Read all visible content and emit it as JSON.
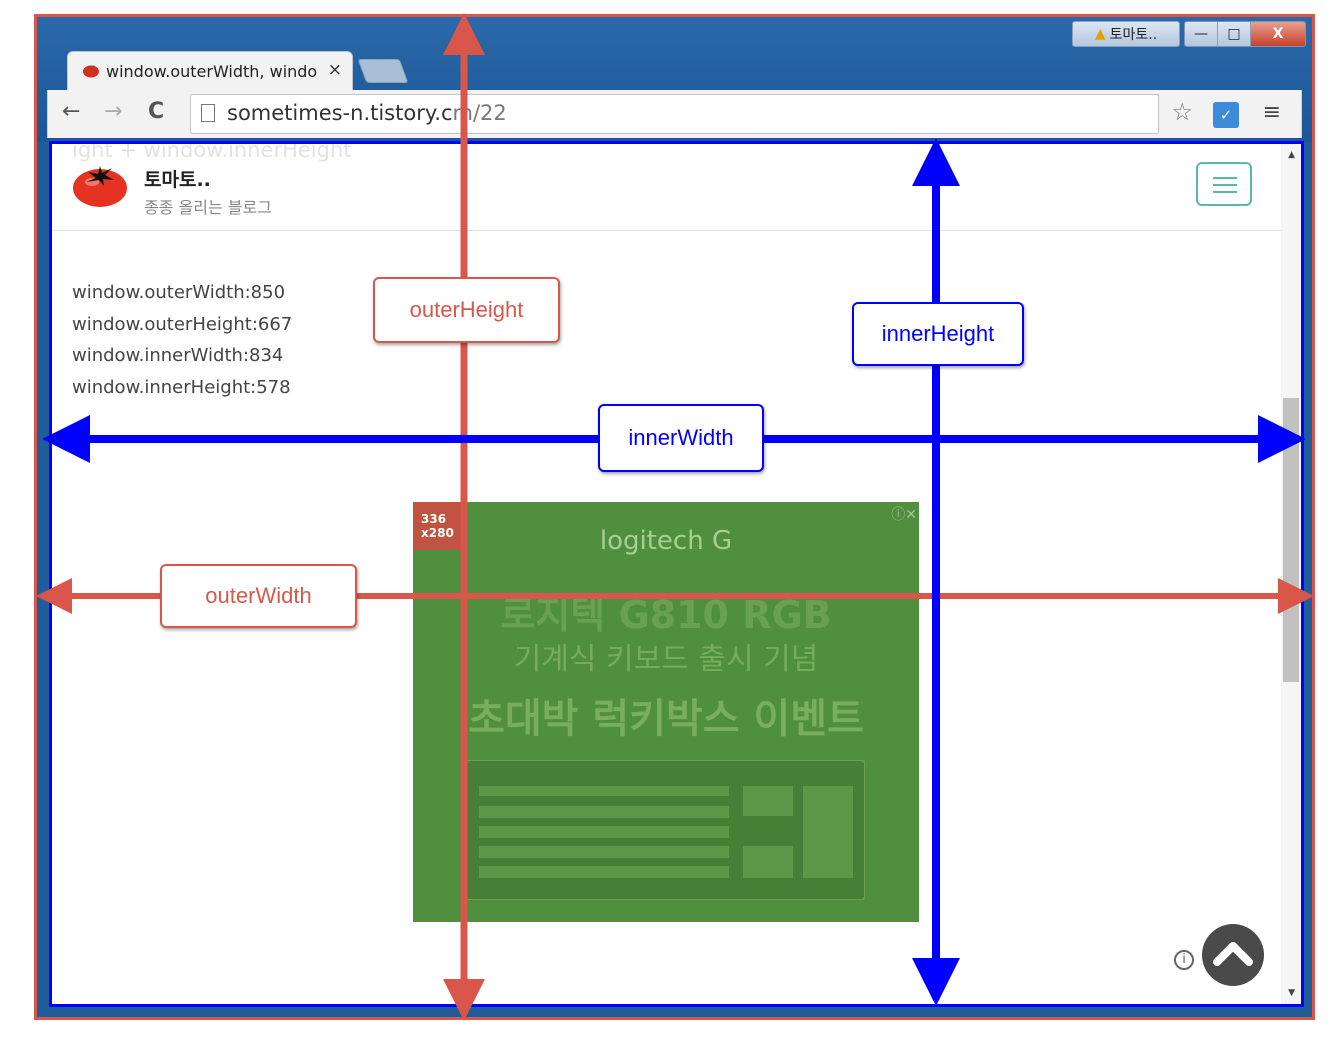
{
  "browser": {
    "tab_title": "window.outerWidth, windo",
    "tab_close": "×",
    "favicon": "tomato-icon",
    "url_domain": "sometimes-n.tistory.c",
    "url_domain_rest": "m/22",
    "notify_label": "토마토..",
    "window_controls": {
      "minimize": "—",
      "maximize": "□",
      "close": "X"
    },
    "nav": {
      "back": "←",
      "forward": "→",
      "reload": "C"
    }
  },
  "site": {
    "ghost_text": "ight + window.innerHeight",
    "title": "토마토..",
    "subtitle": "종종 올리는 블로그"
  },
  "readout": {
    "outer_width": "window.outerWidth:850",
    "outer_height": "window.outerHeight:667",
    "inner_width": "window.innerWidth:834",
    "inner_height": "window.innerHeight:578"
  },
  "ad": {
    "size_label": "336\nx280",
    "close": "ⓘ✕",
    "brand": "logitech G",
    "line1": "로지텍 G810 RGB",
    "line2": "기계식 키보드 출시 기념",
    "line3": "초대박 럭키박스 이벤트"
  },
  "annotations": {
    "outer_height": "outerHeight",
    "inner_height": "innerHeight",
    "inner_width": "innerWidth",
    "outer_width": "outerWidth"
  },
  "colors": {
    "outer_color": "#d9574a",
    "inner_color": "#0000ff",
    "ad_green": "#4f8f3d",
    "hamburger_teal": "#5ab9a4"
  }
}
